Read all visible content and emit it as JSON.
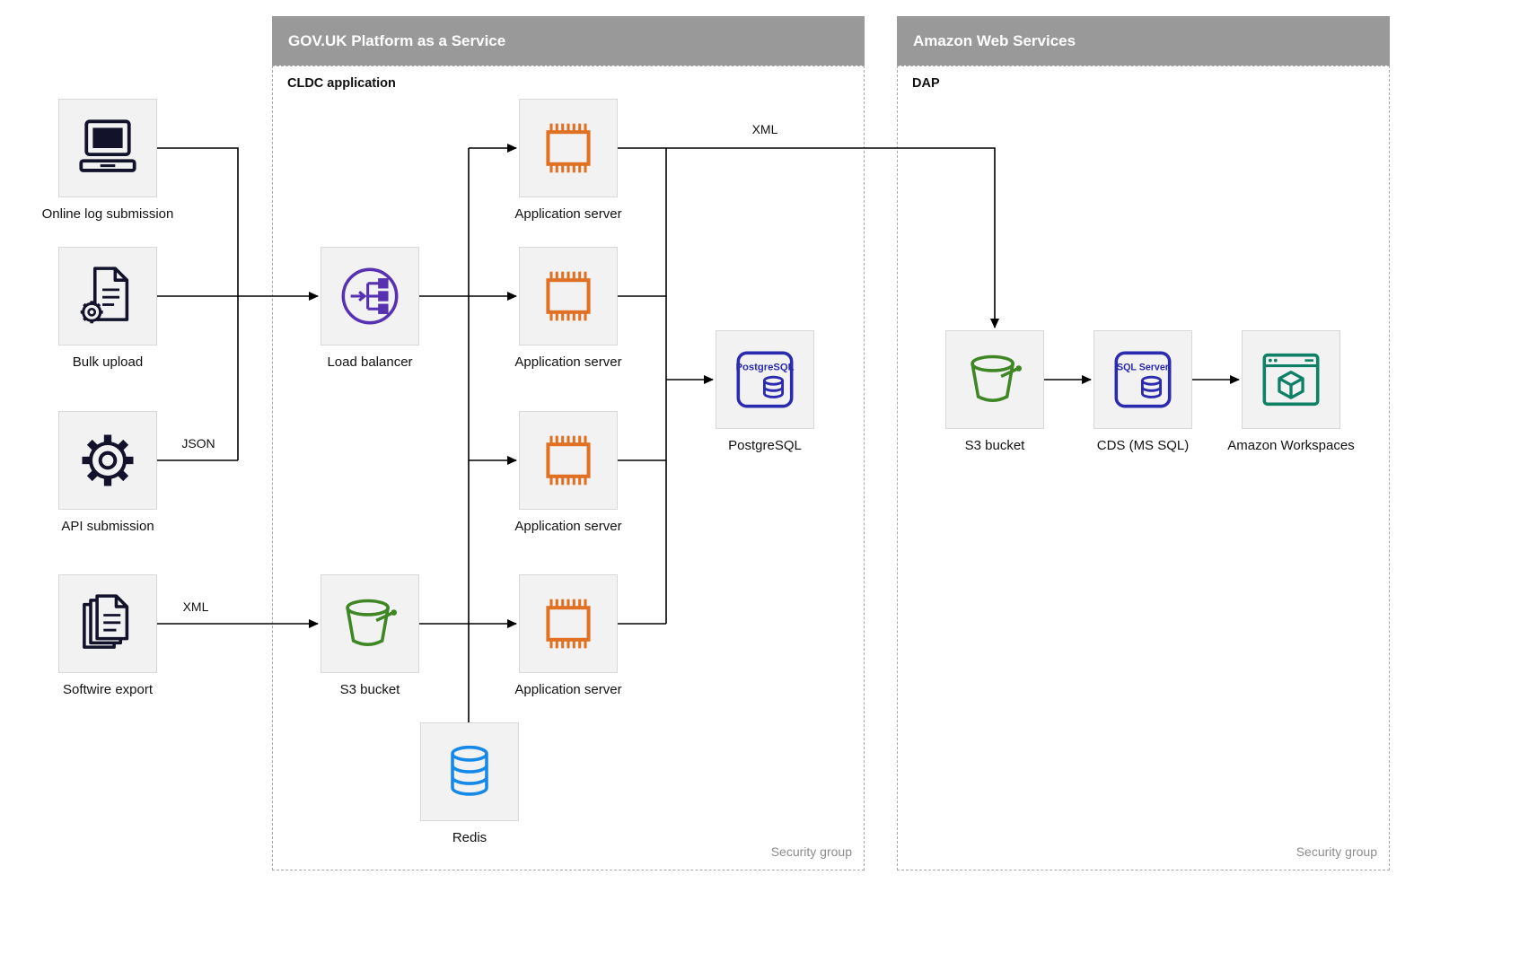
{
  "containers": {
    "govuk": {
      "title": "GOV.UK Platform as a Service",
      "zone_label": "CLDC application",
      "security_label": "Security group"
    },
    "aws": {
      "title": "Amazon Web Services",
      "zone_label": "DAP",
      "security_label": "Security group"
    }
  },
  "nodes": {
    "online_log": {
      "label": "Online log submission",
      "icon": "computer-icon"
    },
    "bulk_upload": {
      "label": "Bulk upload",
      "icon": "document-gear-icon"
    },
    "api_submission": {
      "label": "API submission",
      "icon": "gear-icon"
    },
    "softwire_export": {
      "label": "Softwire export",
      "icon": "documents-stack-icon"
    },
    "load_balancer": {
      "label": "Load balancer",
      "icon": "load-balancer-icon"
    },
    "app_server_1": {
      "label": "Application server",
      "icon": "chip-icon"
    },
    "app_server_2": {
      "label": "Application server",
      "icon": "chip-icon"
    },
    "app_server_3": {
      "label": "Application server",
      "icon": "chip-icon"
    },
    "app_server_4": {
      "label": "Application server",
      "icon": "chip-icon"
    },
    "postgresql": {
      "label": "PostgreSQL",
      "icon": "postgresql-icon",
      "icon_text": "PostgreSQL"
    },
    "s3_govuk": {
      "label": "S3 bucket",
      "icon": "s3-bucket-icon"
    },
    "redis": {
      "label": "Redis",
      "icon": "redis-icon"
    },
    "s3_aws": {
      "label": "S3 bucket",
      "icon": "s3-bucket-icon"
    },
    "cds": {
      "label": "CDS (MS SQL)",
      "icon": "sql-server-icon",
      "icon_text": "SQL Server"
    },
    "workspaces": {
      "label": "Amazon Workspaces",
      "icon": "workspaces-icon"
    }
  },
  "edge_labels": {
    "api_to_lb": "JSON",
    "softwire_to_s3": "XML",
    "app_to_aws": "XML"
  },
  "colors": {
    "header_bg": "#999999",
    "node_bg": "#f2f2f2",
    "app_server_orange": "#e07023",
    "load_balancer_purple": "#5731b2",
    "s3_bucket_green": "#3f8624",
    "postgresql_blue": "#2b2bb0",
    "sql_server_blue": "#2b2bb0",
    "redis_blue": "#1588e8",
    "workspaces_teal": "#0d8066",
    "dark_icon": "#12122b",
    "edge": "#000000"
  }
}
